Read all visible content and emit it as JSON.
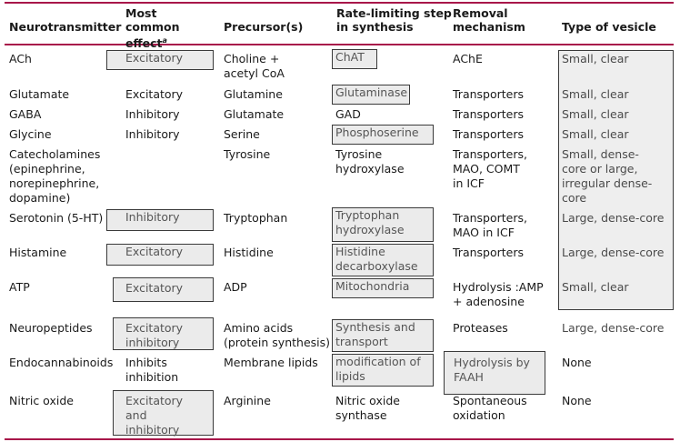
{
  "headers": {
    "neurotransmitter": "Neurotransmitter",
    "effect": "Most\ncommon\neffect",
    "effect_note": "a",
    "precursor": "Precursor(s)",
    "rate": "Rate-limiting step\nin synthesis",
    "removal": "Removal\nmechanism",
    "vesicle": "Type of vesicle"
  },
  "rows": [
    {
      "name": "ACh",
      "effect": "Excitatory",
      "precursor": "Choline +\n  acetyl CoA",
      "rate": "ChAT",
      "removal": "AChE",
      "vesicle": "Small, clear"
    },
    {
      "name": "Glutamate",
      "effect": "Excitatory",
      "precursor": "Glutamine",
      "rate": "Glutaminase",
      "removal": "Transporters",
      "vesicle": "Small, clear"
    },
    {
      "name": "GABA",
      "effect": "Inhibitory",
      "precursor": "Glutamate",
      "rate": "GAD",
      "removal": "Transporters",
      "vesicle": "Small, clear"
    },
    {
      "name": "Glycine",
      "effect": "Inhibitory",
      "precursor": "Serine",
      "rate": "Phosphoserine",
      "removal": "Transporters",
      "vesicle": "Small, clear"
    },
    {
      "name": "Catecholamines\n(epinephrine,\nnorepinephrine,\ndopamine)",
      "effect": "",
      "precursor": "Tyrosine",
      "rate": "Tyrosine\n  hydroxylase",
      "removal": "Transporters,\n  MAO, COMT\n  in ICF",
      "vesicle": "Small, dense-\ncore or large,\nirregular dense-\ncore"
    },
    {
      "name": "Serotonin (5-HT)",
      "effect": "Inhibitory",
      "precursor": "Tryptophan",
      "rate": "Tryptophan\n  hydroxylase",
      "removal": "Transporters,\nMAO in ICF",
      "vesicle": "Large, dense-core"
    },
    {
      "name": "Histamine",
      "effect": "Excitatory",
      "precursor": "Histidine",
      "rate": "Histidine\n  decarboxylase",
      "removal": "Transporters",
      "vesicle": "Large, dense-core"
    },
    {
      "name": "ATP",
      "effect": "Excitatory",
      "precursor": "ADP",
      "rate": "Mitochondria",
      "removal": "Hydrolysis :AMP\n  + adenosine",
      "vesicle": "Small, clear"
    },
    {
      "name": "Neuropeptides",
      "effect": "Excitatory\n  inhibitory",
      "precursor": "Amino acids\n(protein synthesis)",
      "rate": "Synthesis and\n  transport",
      "removal": "Proteases",
      "vesicle": "Large, dense-core"
    },
    {
      "name": "Endocannabinoids",
      "effect": "Inhibits\ninhibition",
      "precursor": "Membrane lipids",
      "rate": "modification of\n  lipids",
      "removal": "Hydrolysis by\nFAAH",
      "vesicle": "None"
    },
    {
      "name": "Nitric oxide",
      "effect": "Excitatory\n  and\n  inhibitory",
      "precursor": "Arginine",
      "rate": "Nitric oxide\n  synthase",
      "removal": "Spontaneous\n  oxidation",
      "vesicle": "None"
    }
  ]
}
